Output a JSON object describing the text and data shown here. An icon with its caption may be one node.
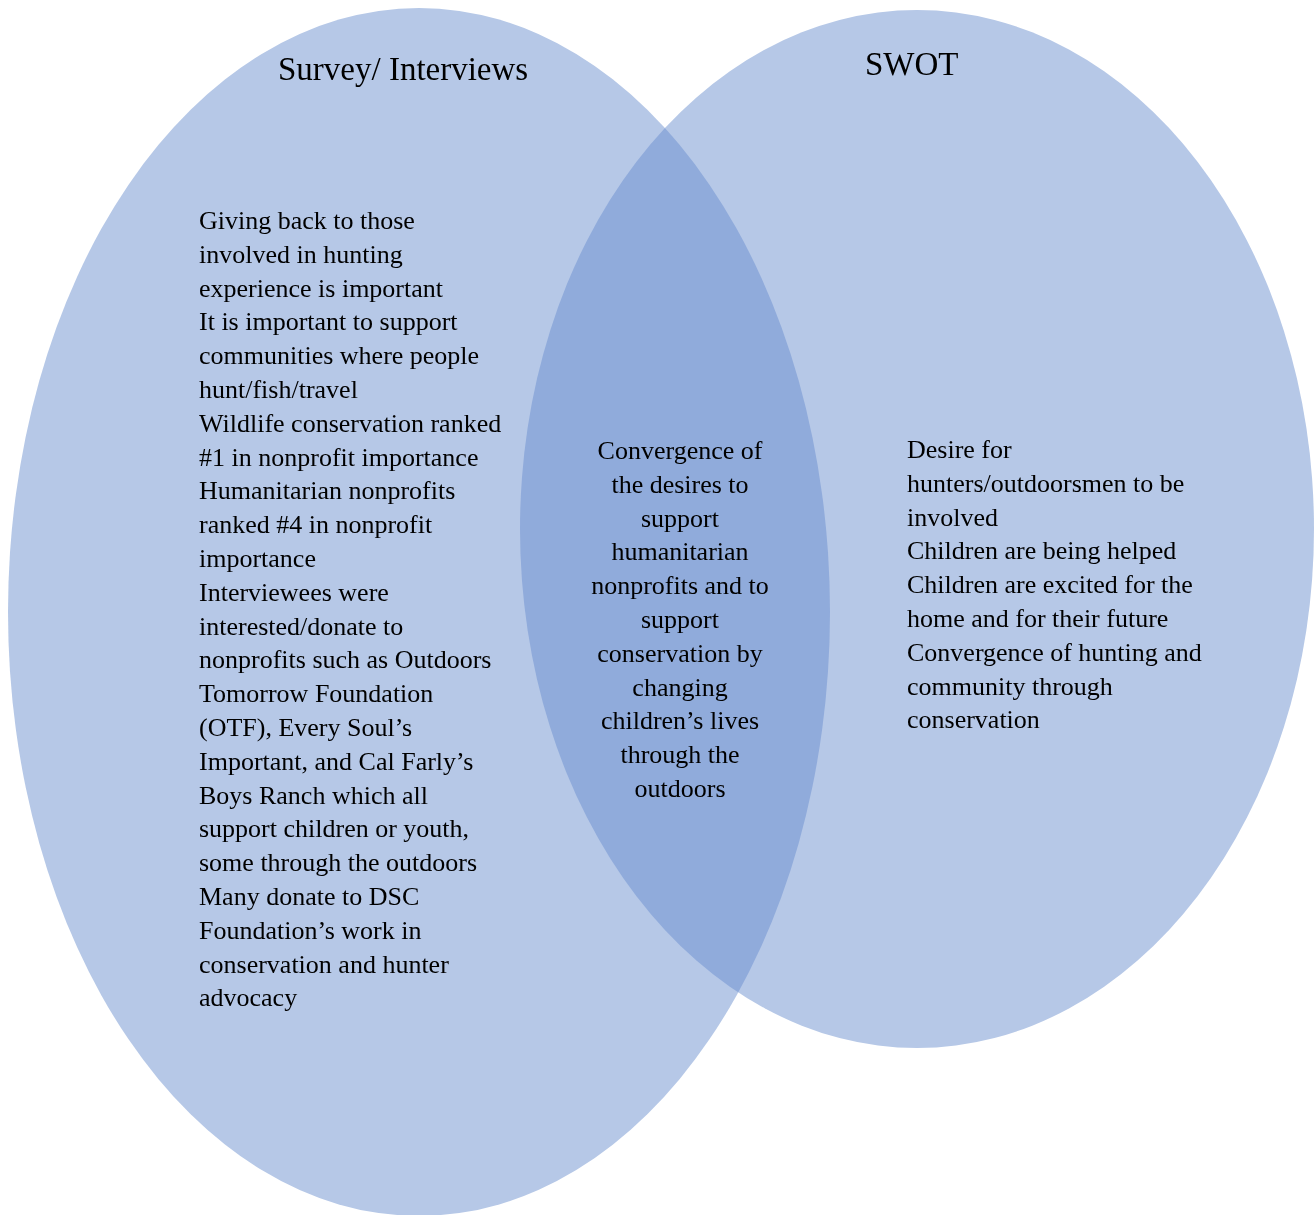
{
  "diagram": {
    "nodes": [
      {
        "text": [
          "Survey/ Interviews",
          "Giving back to those involved in hunting experience is important",
          "It is important to support communities where people hunt/fish/travel",
          "Wildlife conservation ranked #1 in nonprofit importance",
          "Humanitarian nonprofits ranked #4 in nonprofit importance",
          "Interviewees were interested/donate to nonprofits such as Outdoors Tomorrow Foundation (OTF), Every Soul’s Important, and Cal Farly’s Boys Ranch which all support children or youth, some through the outdoors",
          "Many donate to DSC Foundation’s work in conservation and hunter advocacy"
        ]
      },
      {
        "text": [
          "SWOT",
          "Desire for hunters/outdoorsmen to be involved",
          "Children are being helped",
          "Children are excited for the home and for their future",
          "Convergence of hunting and community through conservation"
        ]
      },
      {
        "text": [
          "Convergence of the desires to support humanitarian nonprofits and to support conservation by changing children’s lives through the outdoors"
        ]
      }
    ],
    "edges": []
  }
}
